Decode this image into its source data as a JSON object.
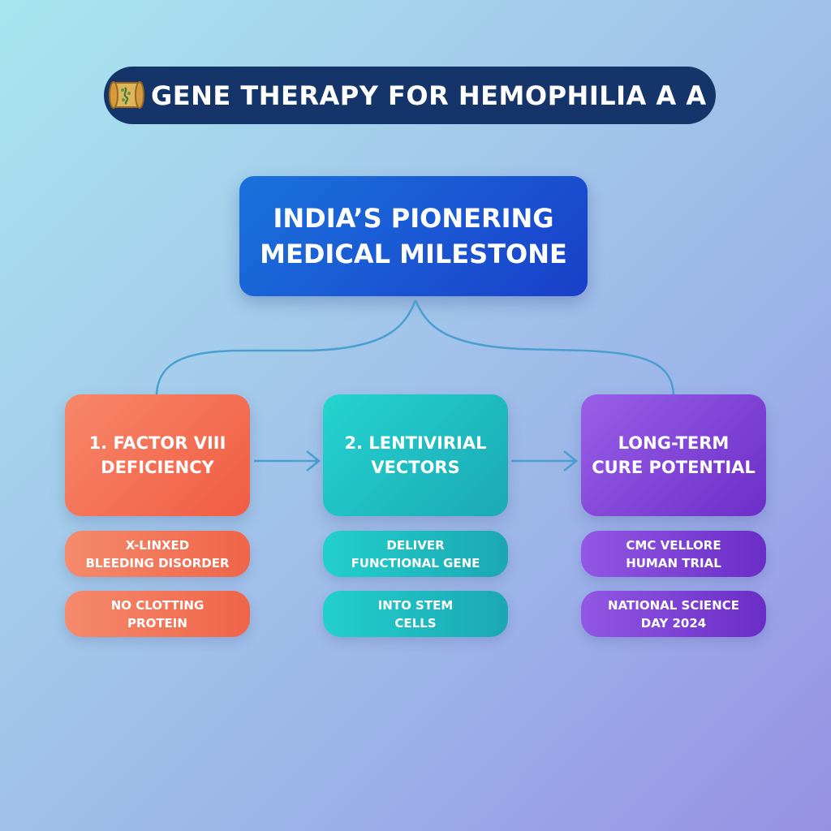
{
  "title": "GENE THERAPY FOR HEMOPHILIA A A",
  "root": {
    "line1": "INDIA’S PIONERING",
    "line2": "MEDICAL MILESTONE"
  },
  "columns": [
    {
      "title_line1": "1. FACTOR VIII",
      "title_line2": "DEFICIENCY",
      "items": [
        {
          "line1": "X-LINXED",
          "line2": "BLEEDING DISORDER"
        },
        {
          "line1": "NO CLOTTING",
          "line2": "PROTEIN"
        }
      ]
    },
    {
      "title_line1": "2. LENTIVIRIAL",
      "title_line2": "VECTORS",
      "items": [
        {
          "line1": "DELIVER",
          "line2": "FUNCTIONAL GENE"
        },
        {
          "line1": "INTO STEM",
          "line2": "CELLS"
        }
      ]
    },
    {
      "title_line1": "LONG-TERM",
      "title_line2": "CURE POTENTIAL",
      "items": [
        {
          "line1": "CMC VELLORE",
          "line2": "HUMAN TRIAL"
        },
        {
          "line1": "NATIONAL SCIENCE",
          "line2": "DAY 2024"
        }
      ]
    }
  ],
  "colors": {
    "title_bg": "#14346a",
    "root": "#1a56d4",
    "col1": "#f15c42",
    "col2": "#1ba8b6",
    "col3": "#6c2ec8",
    "connector": "#4a9fd0"
  },
  "icons": {
    "title": "scroll-icon",
    "flow": "arrow-right-icon"
  }
}
